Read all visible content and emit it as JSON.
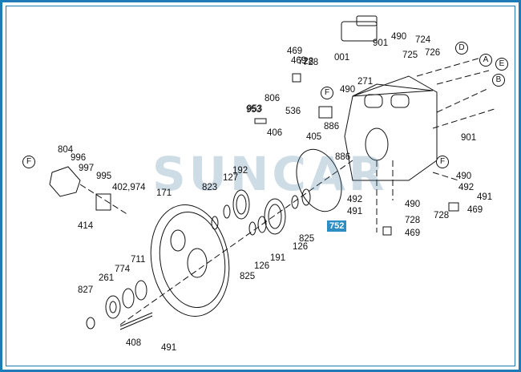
{
  "watermark": "SUNCAR",
  "highlighted_part": "752",
  "parts": [
    "001",
    "901",
    "490",
    "724",
    "725",
    "726",
    "469",
    "728",
    "490",
    "271",
    "806",
    "536",
    "953",
    "406",
    "405",
    "886",
    "886",
    "804",
    "996",
    "997",
    "995",
    "402,974",
    "414",
    "171",
    "823",
    "127",
    "192",
    "901",
    "490",
    "492",
    "491",
    "490",
    "728",
    "469",
    "492",
    "491",
    "728",
    "469",
    "825",
    "126",
    "825",
    "126",
    "191",
    "774",
    "711",
    "261",
    "827",
    "408",
    "491",
    "469",
    "728",
    "953"
  ],
  "ref_letters": [
    "A",
    "B",
    "D",
    "E",
    "F",
    "F",
    "F"
  ]
}
